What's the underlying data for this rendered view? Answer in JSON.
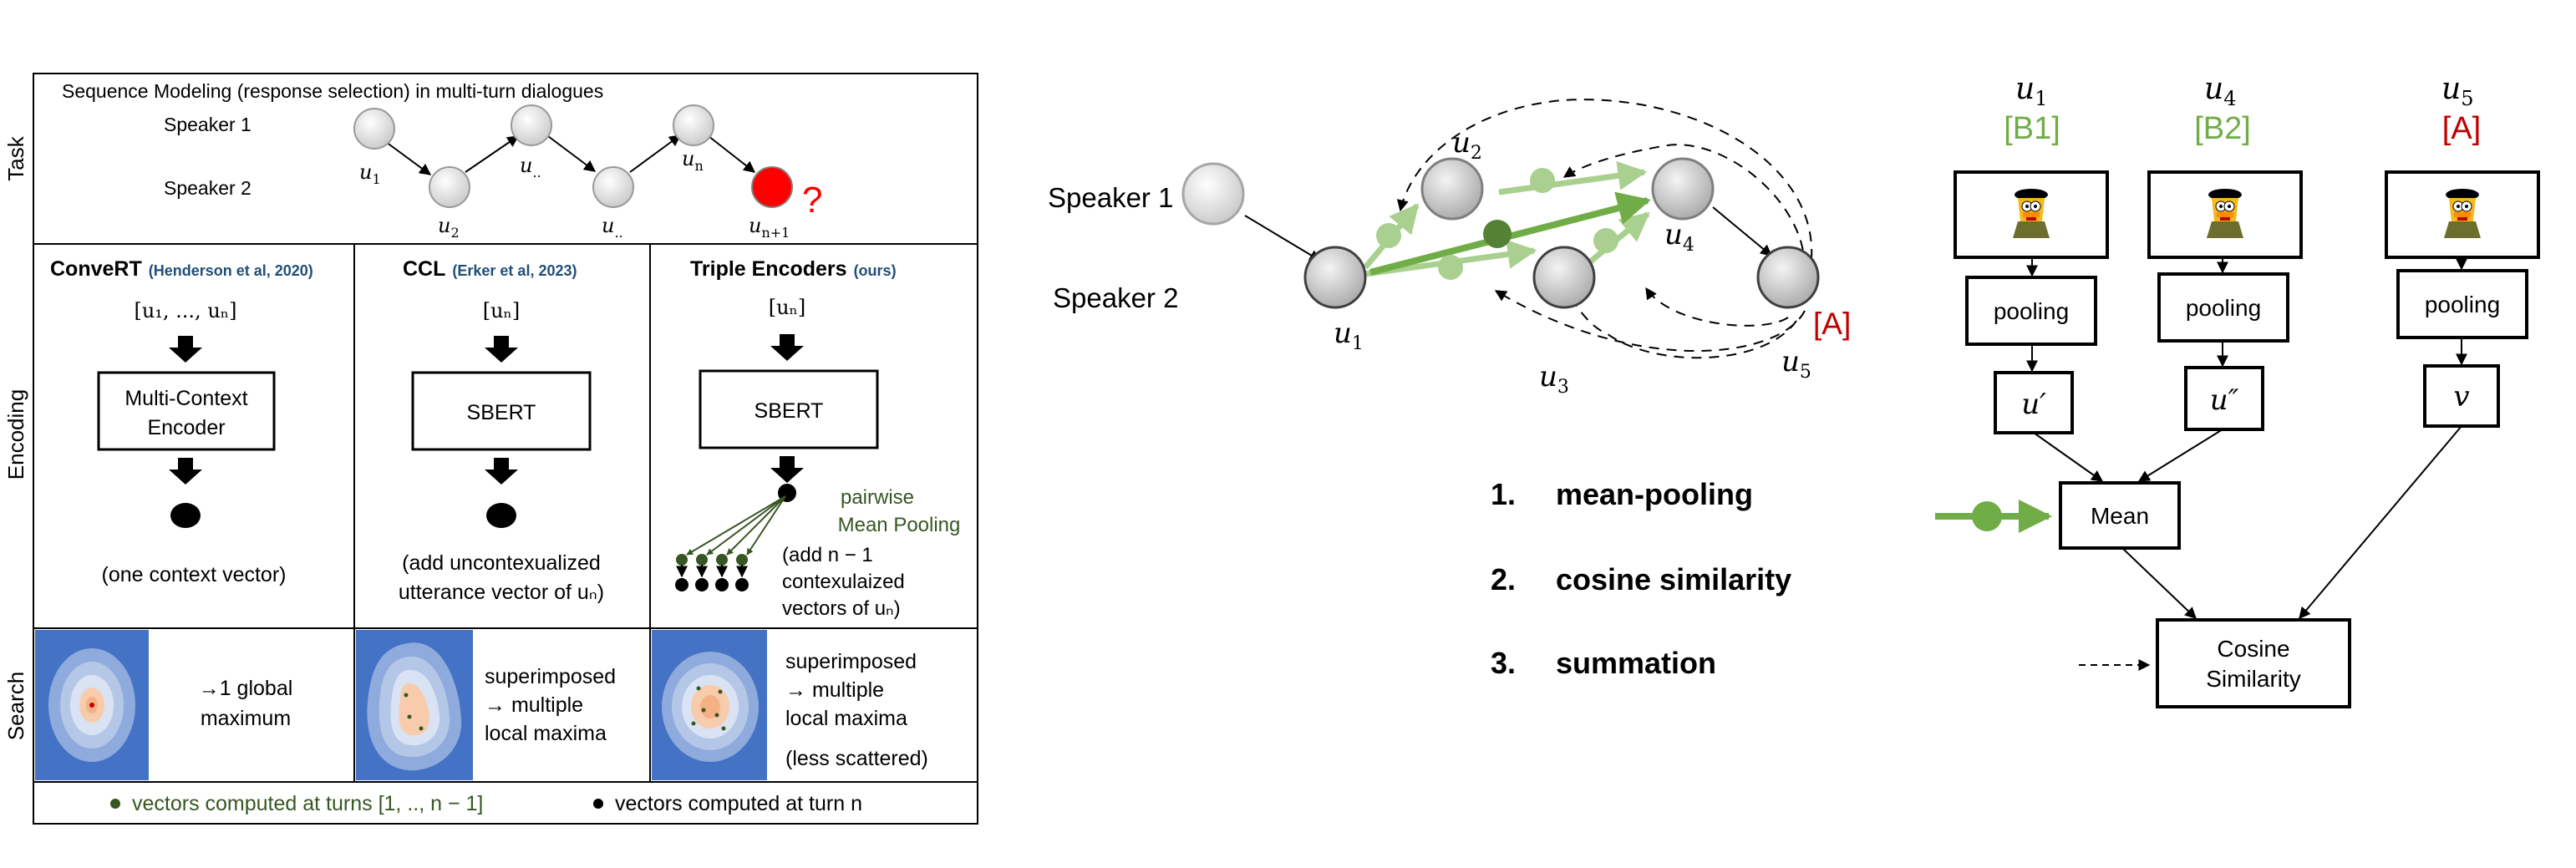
{
  "colors": {
    "light_green": "#a9d08e",
    "mid_green": "#70ad47",
    "dark_green": "#375623",
    "red_label": "#c00000",
    "next_node": "#ff0000",
    "citation_blue": "#1f4e79",
    "heatmap_blue": "#4472c4"
  },
  "left_panel": {
    "row_labels": {
      "task": "Task",
      "encoding": "Encoding",
      "search": "Search"
    },
    "task": {
      "heading": "Sequence Modeling (response selection) in multi-turn dialogues",
      "speaker1": "Speaker 1",
      "speaker2": "Speaker 2",
      "nodes": {
        "u1": "u",
        "u1_sub": "1",
        "u2": "u",
        "u2_sub": "2",
        "u3": "u",
        "u3_sub": "..",
        "u4": "u",
        "u4_sub": "..",
        "un": "u",
        "un_sub": "n",
        "unext": "u",
        "unext_sub": "n+1"
      },
      "question_mark": "?"
    },
    "columns": [
      {
        "name": "ConveRT",
        "citation": "(Henderson et al, 2020)",
        "input": "[u₁, ..., uₙ]",
        "box_line1": "Multi-Context",
        "box_line2": "Encoder",
        "desc_lines": [
          "(one context vector)"
        ],
        "search_lines": [
          "→1 global",
          "maximum"
        ]
      },
      {
        "name": "CCL",
        "citation": "(Erker et al, 2023)",
        "input": "[uₙ]",
        "box_line1": "SBERT",
        "desc_lines": [
          "(add uncontexualized",
          "utterance vector of uₙ)"
        ],
        "search_lines": [
          "superimposed",
          "→ multiple",
          "local maxima"
        ]
      },
      {
        "name": "Triple Encoders",
        "citation": "(ours)",
        "input": "[uₙ]",
        "box_line1": "SBERT",
        "pairwise_lines": [
          "pairwise",
          "Mean Pooling"
        ],
        "desc_lines": [
          "(add n − 1",
          "contexulaized",
          "vectors of uₙ)"
        ],
        "search_lines": [
          "superimposed",
          "→  multiple",
          "local maxima",
          "(less scattered)"
        ]
      }
    ],
    "legend": {
      "green_text": "vectors computed at turns [1, .., n − 1]",
      "black_text": "vectors computed at turn n"
    }
  },
  "middle_panel": {
    "speaker1": "Speaker 1",
    "speaker2": "Speaker 2",
    "nodes": {
      "u1": "u",
      "u1_sub": "1",
      "u2": "u",
      "u2_sub": "2",
      "u3": "u",
      "u3_sub": "3",
      "u4": "u",
      "u4_sub": "4",
      "u5": "u",
      "u5_sub": "5"
    },
    "answer_tag": "[A]",
    "steps": [
      {
        "num": "1.",
        "text": "mean-pooling"
      },
      {
        "num": "2.",
        "text": "cosine similarity"
      },
      {
        "num": "3.",
        "text": "summation"
      }
    ]
  },
  "right_panel": {
    "columns": [
      {
        "u": "u",
        "sub": "1",
        "tag": "[B1]",
        "pool": "pooling",
        "vec": "u′"
      },
      {
        "u": "u",
        "sub": "4",
        "tag": "[B2]",
        "pool": "pooling",
        "vec": "u″"
      },
      {
        "u": "u",
        "sub": "5",
        "tag": "[A]",
        "pool": "pooling",
        "vec": "v"
      }
    ],
    "mean_label": "Mean",
    "cosine_line1": "Cosine",
    "cosine_line2": "Similarity"
  }
}
